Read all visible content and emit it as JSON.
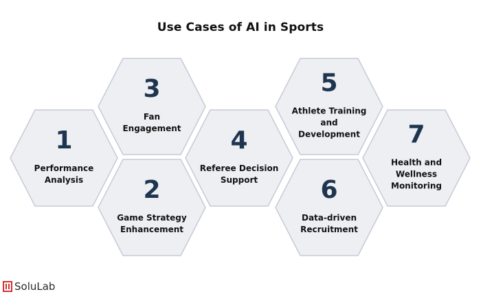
{
  "title": "Use Cases of AI in Sports",
  "colors": {
    "hex_fill": "#eeeff3",
    "hex_stroke": "#c7cad6",
    "number": "#1e3550",
    "text": "#111111",
    "logo_red": "#d32f2f"
  },
  "use_cases": [
    {
      "number": "1",
      "label": "Performance\nAnalysis"
    },
    {
      "number": "2",
      "label": "Game Strategy\nEnhancement"
    },
    {
      "number": "3",
      "label": "Fan\nEngagement"
    },
    {
      "number": "4",
      "label": "Referee Decision\nSupport"
    },
    {
      "number": "5",
      "label": "Athlete Training\nand\nDevelopment"
    },
    {
      "number": "6",
      "label": "Data-driven\nRecruitment"
    },
    {
      "number": "7",
      "label": "Health and\nWellness\nMonitoring"
    }
  ],
  "logo": {
    "text": "SoluLab",
    "icon": "solulab-logo-icon"
  }
}
